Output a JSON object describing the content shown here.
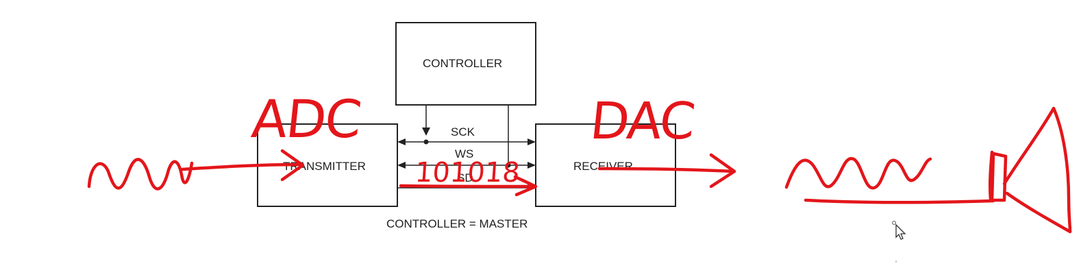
{
  "diagram": {
    "blocks": {
      "controller": "CONTROLLER",
      "transmitter": "TRANSMITTER",
      "receiver": "RECEIVER"
    },
    "signals": {
      "sck": "SCK",
      "ws": "WS",
      "sd": "SD"
    },
    "caption": "CONTROLLER = MASTER"
  },
  "annotations": {
    "adc": "ADC",
    "dac": "DAC",
    "bits": "101018",
    "ink_color": "#e3161b"
  },
  "icons": {
    "cursor": "mouse-pointer-icon",
    "speaker": "speaker-icon"
  }
}
